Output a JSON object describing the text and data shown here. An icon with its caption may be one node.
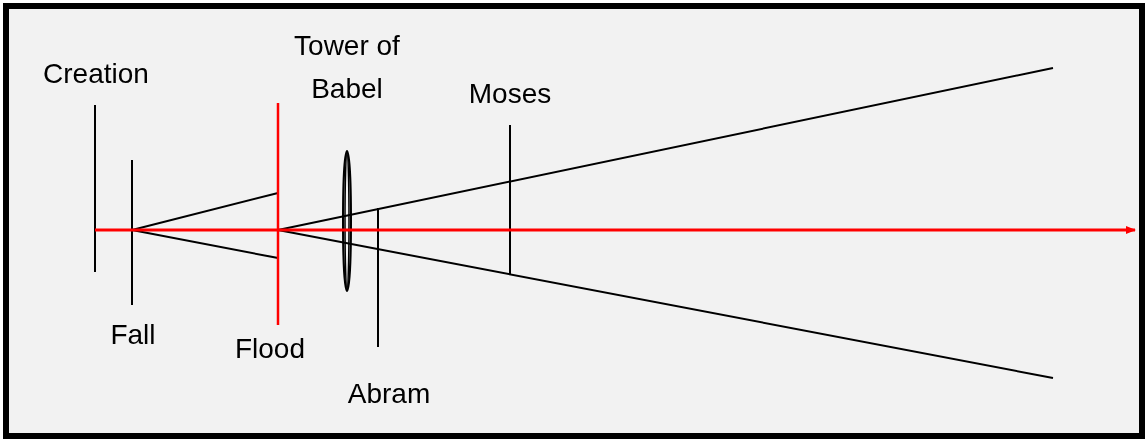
{
  "diagram": {
    "labels": [
      "Creation",
      "Tower of Babel",
      "Moses",
      "Fall",
      "Flood",
      "Abram"
    ]
  }
}
